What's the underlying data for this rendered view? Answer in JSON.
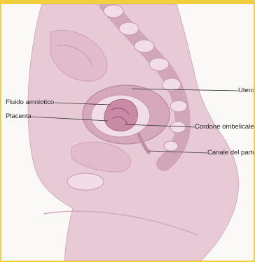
{
  "diagram": {
    "labels": {
      "utero": "Utero",
      "fluido_amniotico": "Fluido amniotico",
      "placenta": "Placenta",
      "cordone_ombelicale": "Cordone ombelicale",
      "canale_del_parto": "Canale del parto"
    },
    "colors": {
      "frame": "#f2cf3e",
      "paper": "#fbf8f8",
      "body_pink": "#e8c9d6",
      "organ_pink": "#d6a8bc",
      "light_pink": "#f1dde6",
      "outline": "#c598ad"
    }
  }
}
